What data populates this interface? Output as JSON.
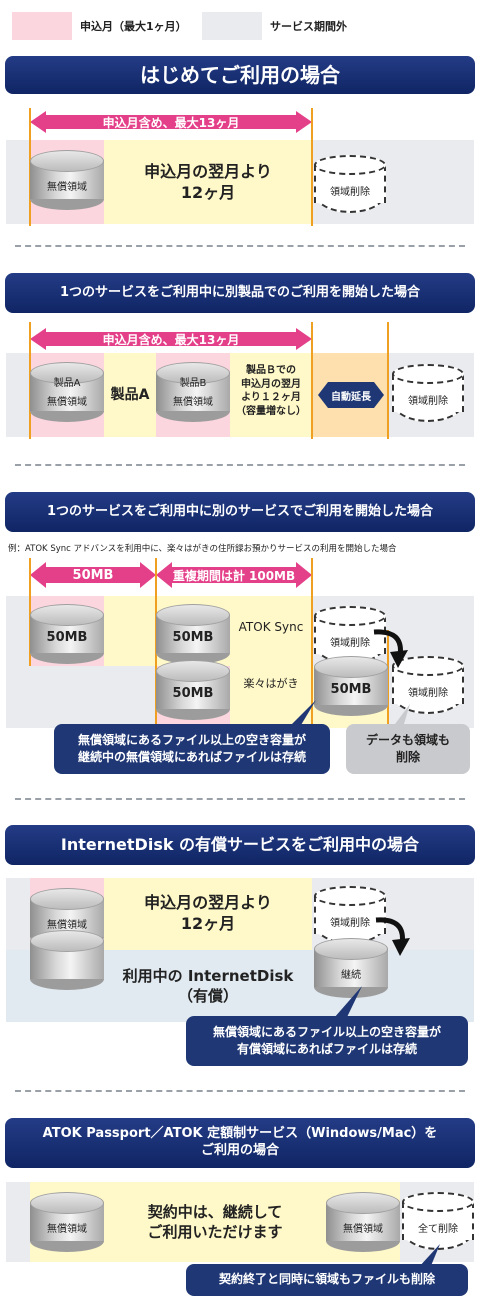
{
  "legend": {
    "apply_month": "申込月（最大1ヶ月）",
    "out_of_service": "サービス期間外",
    "apply_color": "#fcd6de",
    "out_color": "#eaebee"
  },
  "s1": {
    "title": "はじめてご利用の場合",
    "arrow": "申込月含め、最大13ヶ月",
    "free_area": "無償領域",
    "period_line1": "申込月の翌月より",
    "period_line2": "12ヶ月",
    "delete": "領域削除"
  },
  "s2": {
    "title": "1つのサービスをご利用中に別製品でのご利用を開始した場合",
    "arrow": "申込月含め、最大13ヶ月",
    "cyl_a_line1": "製品A",
    "cyl_a_line2": "無償領域",
    "product_a": "製品A",
    "cyl_b_line1": "製品B",
    "cyl_b_line2": "無償領域",
    "note_line1": "製品Ｂでの",
    "note_line2": "申込月の翌月",
    "note_line3": "より１２ヶ月",
    "note_line4": "（容量増なし）",
    "auto_extend": "自動延長",
    "delete": "領域削除"
  },
  "s3": {
    "title": "1つのサービスをご利用中に別のサービスでご利用を開始した場合",
    "example": "例：ATOK Sync アドバンスを利用中に、楽々はがきの住所録お預かりサービスの利用を開始した場合",
    "arrow1": "50MB",
    "arrow2": "重複期間は計 100MB",
    "cyl1": "50MB",
    "cyl2": "50MB",
    "cyl3": "50MB",
    "cyl4": "50MB",
    "atok_sync": "ATOK Sync",
    "rakuraku": "楽々はがき",
    "delete1": "領域削除",
    "delete2": "領域削除",
    "callout_line1": "無償領域にあるファイル以上の空き容量が",
    "callout_line2": "継続中の無償領域にあればファイルは存続",
    "grey_line1": "データも領域も",
    "grey_line2": "削除"
  },
  "s4": {
    "title": "InternetDisk の有償サービスをご利用中の場合",
    "free_area": "無償領域",
    "period_line1": "申込月の翌月より",
    "period_line2": "12ヶ月",
    "in_use_line1": "利用中の InternetDisk",
    "in_use_line2": "（有償）",
    "delete": "領域削除",
    "continue": "継続",
    "callout_line1": "無償領域にあるファイル以上の空き容量が",
    "callout_line2": "有償領域にあればファイルは存続"
  },
  "s5": {
    "title_line1": "ATOK Passport／ATOK 定額制サービス（Windows/Mac）を",
    "title_line2": "ご利用の場合",
    "free_area1": "無償領域",
    "text_line1": "契約中は、継続して",
    "text_line2": "ご利用いただけます",
    "free_area2": "無償領域",
    "delete_all": "全て削除",
    "callout": "契約終了と同時に領域もファイルも削除"
  }
}
